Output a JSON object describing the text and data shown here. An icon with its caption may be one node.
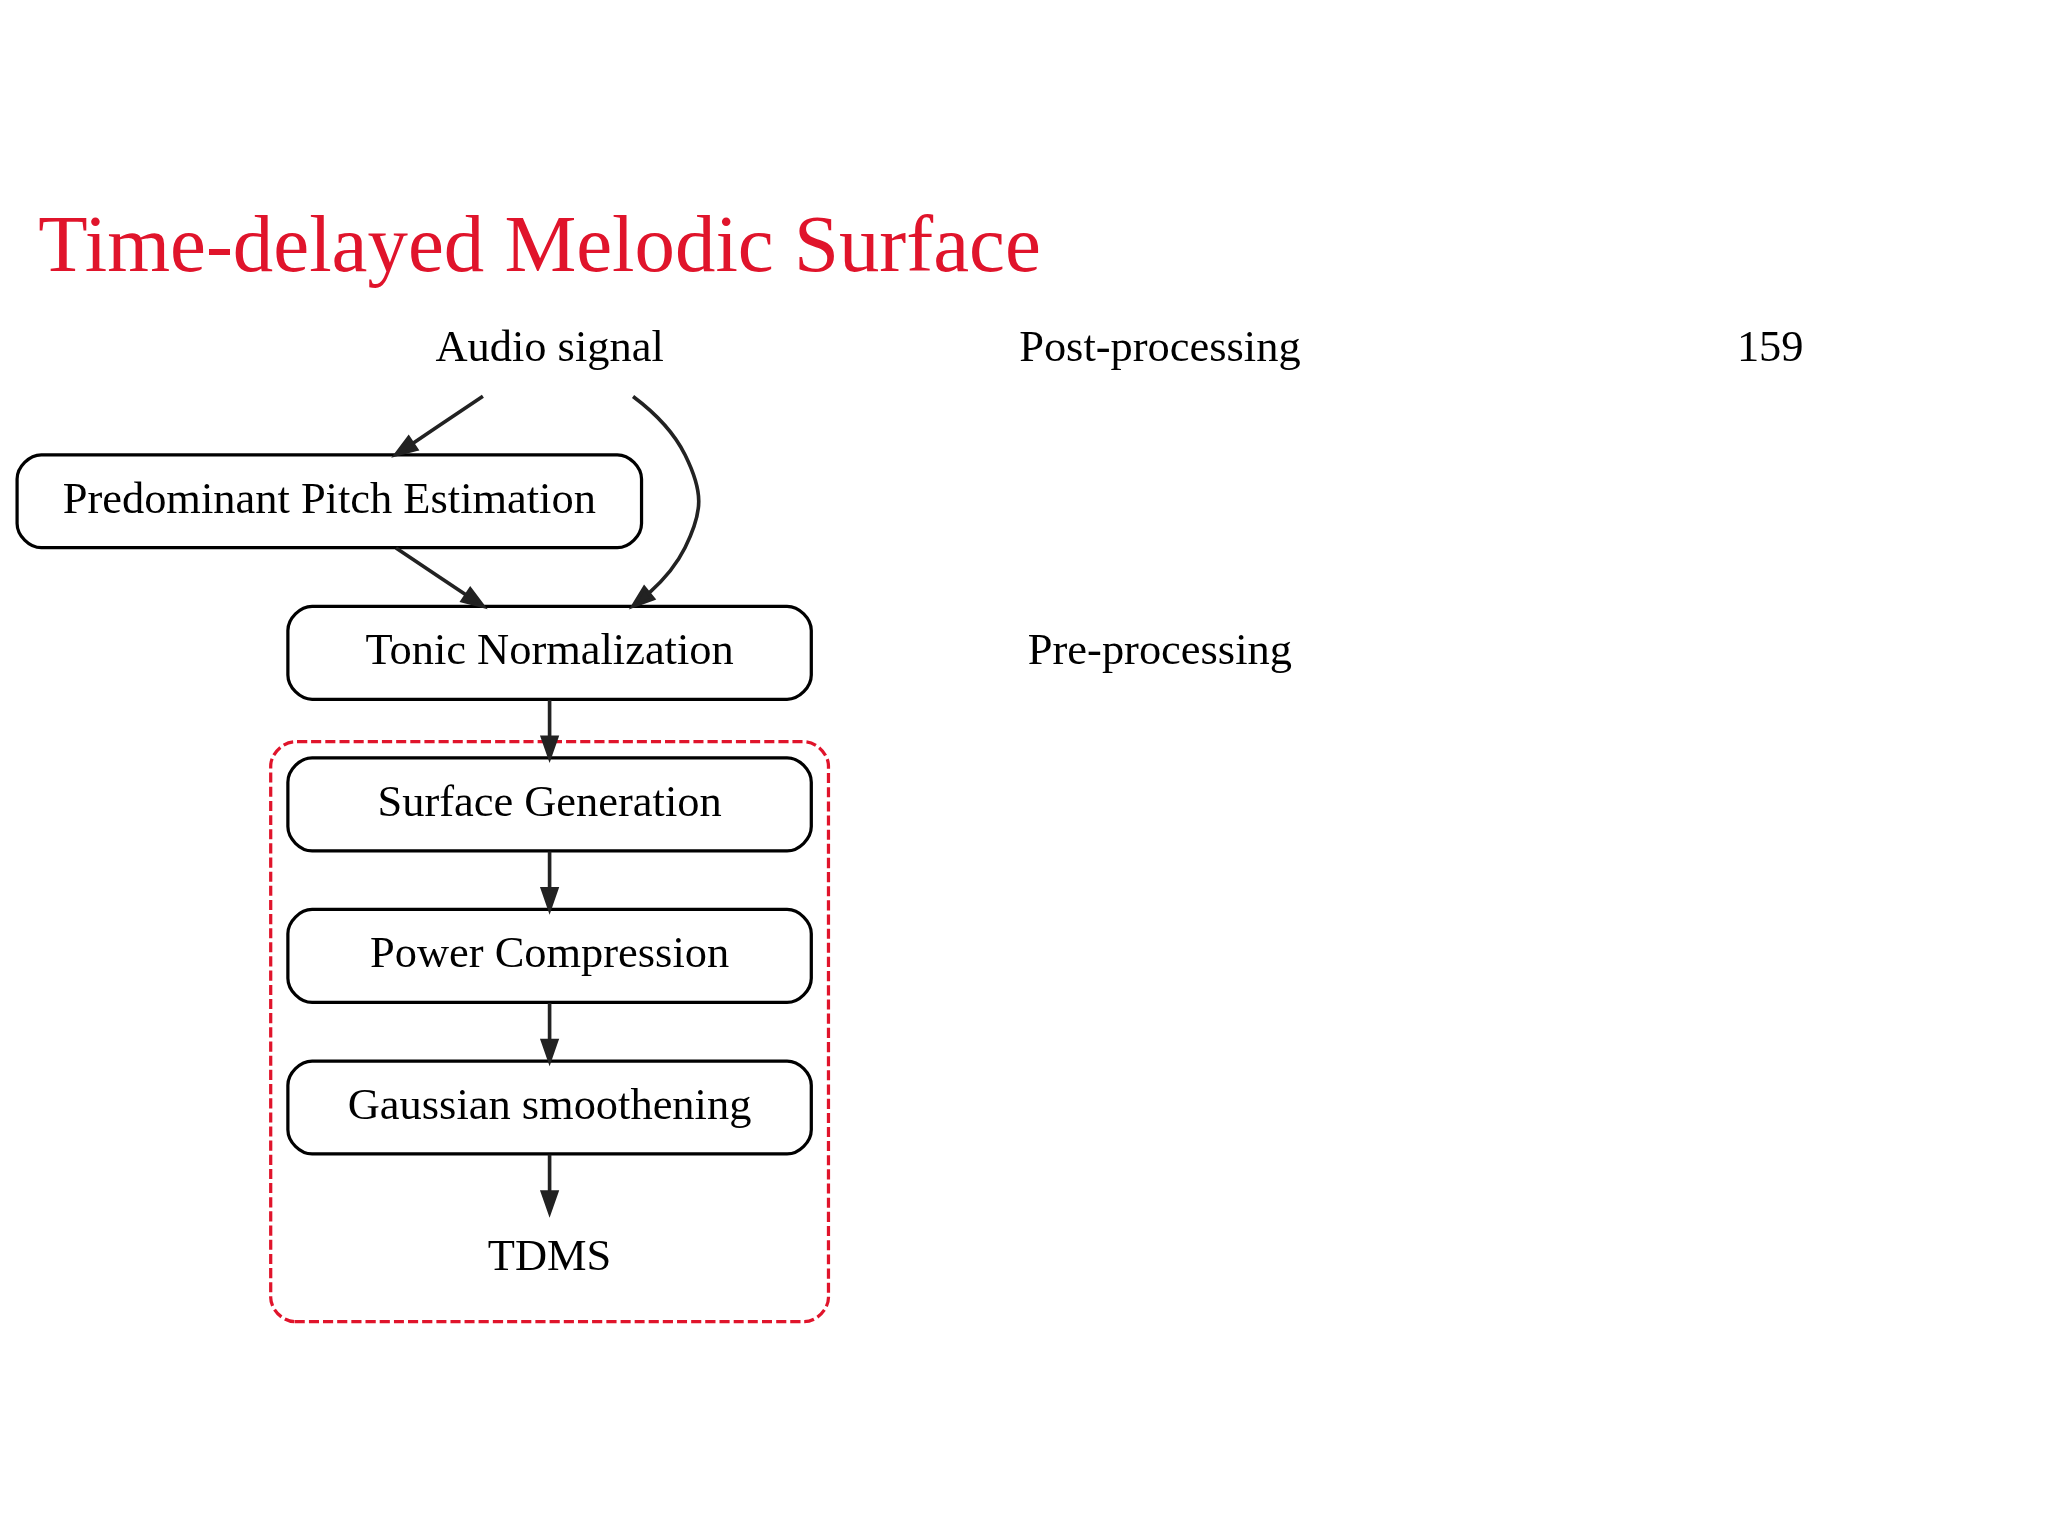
{
  "diagram": {
    "title": "Time-delayed Melodic Surface",
    "nodes": [
      {
        "text": [
          "Audio signal"
        ]
      },
      {
        "text": [
          "Predominant Pitch Estimation"
        ]
      },
      {
        "text": [
          "Tonic Normalization"
        ]
      },
      {
        "text": [],
        "shape": "box"
      },
      {
        "text": [
          "Surface Generation"
        ],
        "in": 3
      },
      {
        "text": [
          "Power Compression"
        ],
        "in": 3
      },
      {
        "text": [
          "Gaussian smoothening"
        ],
        "in": 3
      },
      {
        "text": [
          "TDMS"
        ],
        "in": 3
      }
    ],
    "edges": [
      {
        "from": 0,
        "to": 1,
        "arrow": "to"
      },
      {
        "from": 0,
        "to": 2,
        "arrow": "to"
      },
      {
        "from": 1,
        "to": 2,
        "arrow": "to"
      },
      {
        "from": 2,
        "to": 4,
        "arrow": "to"
      },
      {
        "from": 4,
        "to": 5,
        "arrow": "to"
      },
      {
        "from": 5,
        "to": 6,
        "arrow": "to"
      },
      {
        "from": 6,
        "to": 7,
        "arrow": "to"
      }
    ],
    "labels": [
      "Pre-processing",
      "Post-processing",
      "159"
    ]
  }
}
